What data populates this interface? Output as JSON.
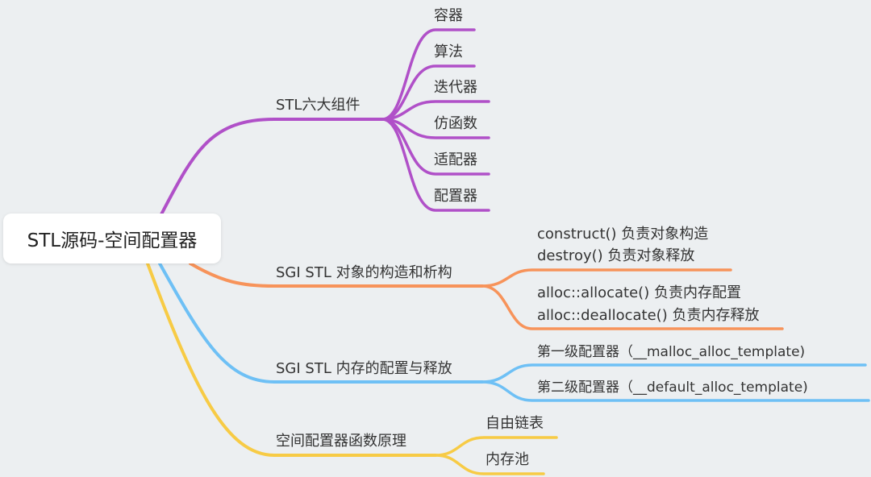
{
  "root": "STL源码-空间配置器",
  "branches": [
    {
      "label": "STL六大组件",
      "color": "#b050c8",
      "children": [
        "容器",
        "算法",
        "迭代器",
        "仿函数",
        "适配器",
        "配置器"
      ]
    },
    {
      "label": "SGI STL 对象的构造和析构",
      "color": "#f7935a",
      "children": [
        "construct() 负责对象构造",
        "destroy() 负责对象释放",
        "alloc::allocate() 负责内存配置",
        "alloc::deallocate() 负责内存释放"
      ]
    },
    {
      "label": "SGI STL 内存的配置与释放",
      "color": "#6ec0f5",
      "children": [
        "第一级配置器（__malloc_alloc_template)",
        "第二级配置器（__default_alloc_template)"
      ]
    },
    {
      "label": "空间配置器函数原理",
      "color": "#f7cb45",
      "children": [
        "自由链表",
        "内存池"
      ]
    }
  ]
}
